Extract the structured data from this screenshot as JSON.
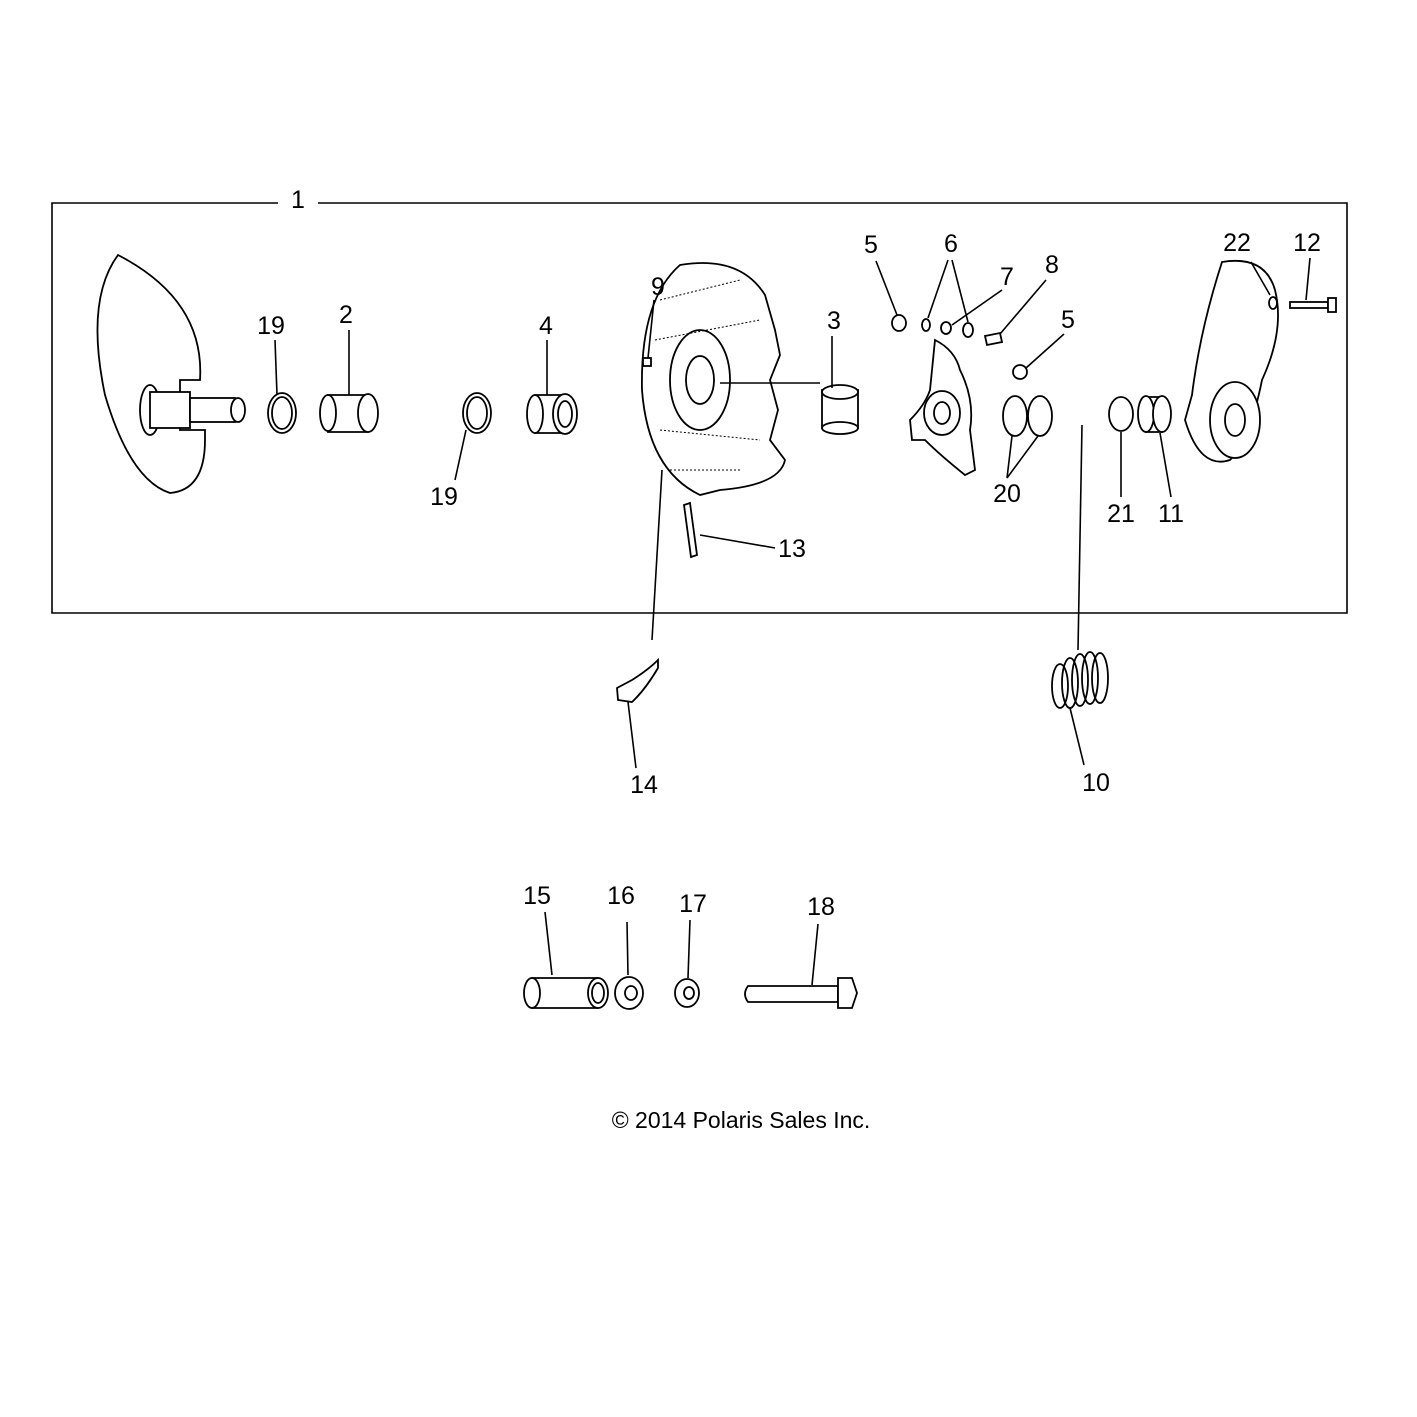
{
  "diagram": {
    "assembly_label": "1",
    "callouts": {
      "c19a": "19",
      "c2": "2",
      "c4": "4",
      "c19b": "19",
      "c9": "9",
      "c3": "3",
      "c5a": "5",
      "c6": "6",
      "c7": "7",
      "c8": "8",
      "c5b": "5",
      "c22": "22",
      "c12": "12",
      "c20": "20",
      "c21": "21",
      "c11": "11",
      "c13": "13",
      "c14": "14",
      "c10": "10",
      "c15": "15",
      "c16": "16",
      "c17": "17",
      "c18": "18"
    },
    "copyright": "© 2014 Polaris Sales Inc."
  }
}
